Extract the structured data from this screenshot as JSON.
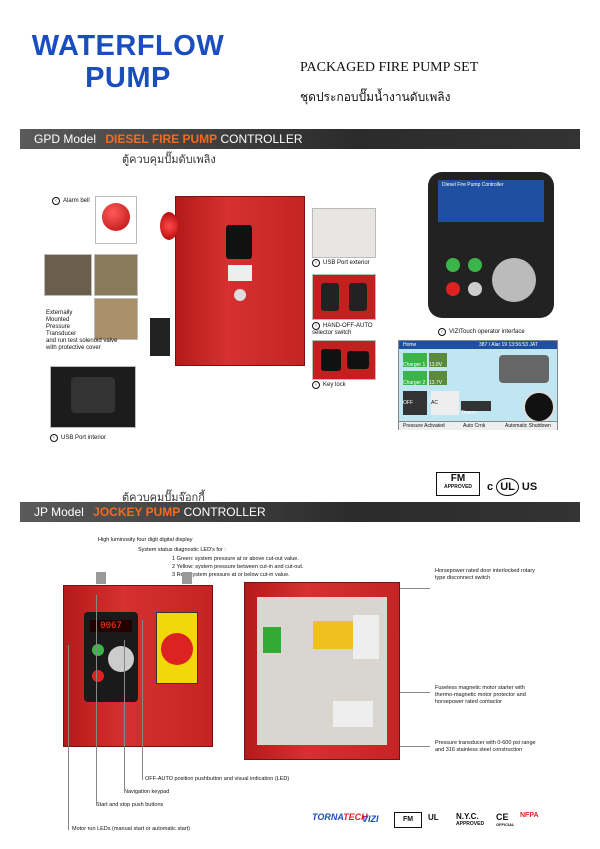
{
  "header": {
    "title_line1": "WATERFLOW",
    "title_line2": "PUMP",
    "subtitle": "PACKAGED FIRE PUMP SET",
    "subtitle_thai": "ชุดประกอบปั๊มน้ำงานดับเพลิง"
  },
  "gpd": {
    "model": "GPD Model",
    "highlight": "DIESEL FIRE PUMP",
    "rest": "CONTROLLER",
    "thai": "ตู้ควบคุมปั๊มดับเพลิง",
    "labels": {
      "alarm_bell": "Alarm bell",
      "pressure": "Externally\nMounted\nPressure\nTransducer\nand run test solenoid valve\nwith protective cover",
      "usb_interior": "USB Port interior",
      "usb_exterior": "USB Port exterior",
      "hoa": "HAND-OFF-AUTO\nselector switch",
      "key_lock": "Key lock",
      "vizitouch": "VIZITouch operator interface"
    },
    "screen": {
      "header": "Diesel Fire Pump Controller",
      "charger1": "Charger 1\nFloat",
      "charger1_val": "13.8V\n0.5A",
      "charger2": "Charger 2\nFloat",
      "charger2_val": "13.7V\n0.3A",
      "off": "OFF",
      "ac": "AC",
      "timers": "Timers",
      "foot1": "Pressure Activated",
      "foot2": "Auto Crnk",
      "foot3": "Automatic Shutdown",
      "top_left": "Home",
      "top_right": "387 / Alar 19      13:56:53      JAT"
    },
    "certs": {
      "fm": "FM",
      "approved": "APPROVED",
      "c": "c",
      "ul": "UL",
      "us": "US"
    }
  },
  "jp": {
    "thai": "ตู้ควบคุมปั๊มจ๊อกกี้",
    "model": "JP Model",
    "highlight": "JOCKEY PUMP",
    "rest": "CONTROLLER",
    "display_value": "0067",
    "annotations": {
      "display": "High luminosity four digit digital display",
      "status": "System status diagnostic LED's for :",
      "green": "1 Green: system pressure at or above cut-out value.",
      "yellow": "2 Yellow: system pressure between cut-in and cut-out.",
      "red": "3 Red: system pressure at or below cut-in value.",
      "disconnect": "Horsepower rated door interlocked rotary\ntype disconnect switch",
      "starter": "Fuseless magnetic motor starter with\nthermo-magnetic motor protector and\nhorsepower rated contactor",
      "transducer": "Pressure transducer with 0-600 psi range\nand 316 stainless steel construction",
      "off_auto": "OFF-AUTO position pushbutton and visual indication (LED)",
      "nav": "Navigation keypad",
      "startstop": "Start and stop push buttons",
      "motor_leds": "Motor run LEDs (manual start or automatic start)"
    }
  },
  "footer": {
    "tornatech": "TORNA",
    "tech": "TECH",
    "vizi": "VIZI",
    "fm": "FM",
    "ul": "UL",
    "nyc": "N.Y.C.",
    "nyc_sub": "APPROVED",
    "ce": "CE",
    "ce_sub": "OFFICIAL",
    "nfpa": "NFPA"
  },
  "colors": {
    "title_blue": "#1a4ec0",
    "accent_orange": "#f36b21",
    "cabinet_red": "#c52424"
  }
}
